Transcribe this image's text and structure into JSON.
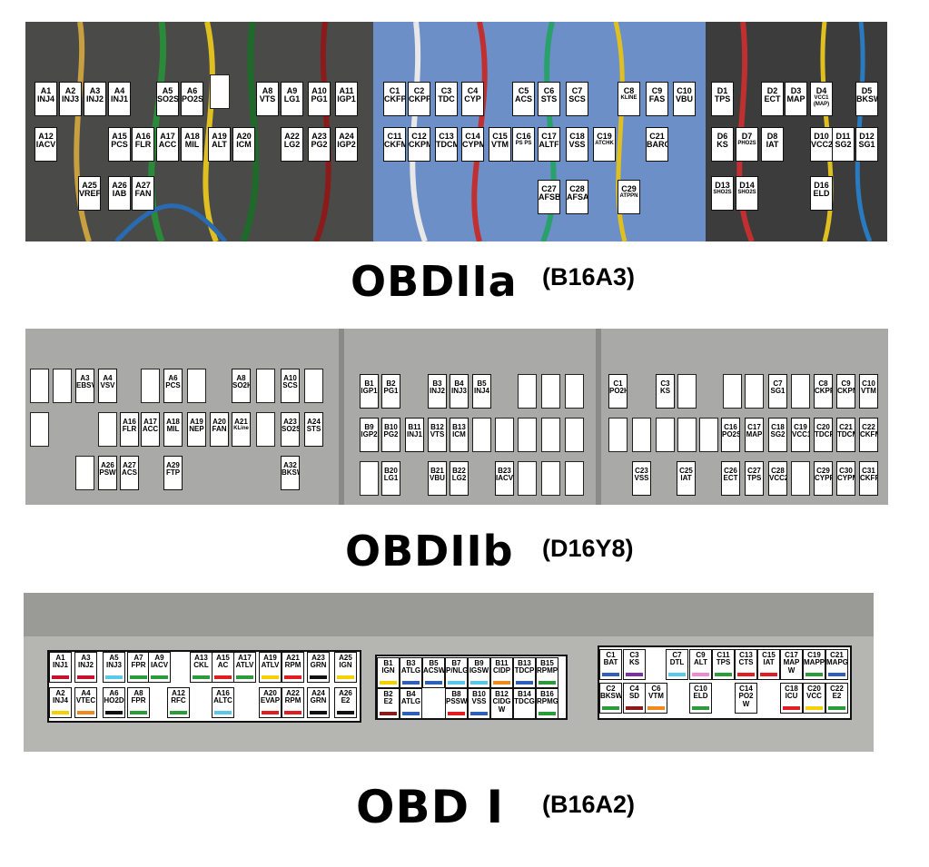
{
  "headings": {
    "obd2a": {
      "main": "OBDIIa",
      "sub": "(B16A3)"
    },
    "obd2b": {
      "main": "OBDIIb",
      "sub": "(D16Y8)"
    },
    "obd1": {
      "main": "OBD I",
      "sub": "(B16A2)"
    }
  },
  "obd2a_pins": [
    {
      "id": "A1",
      "fn": "INJ4"
    },
    {
      "id": "A2",
      "fn": "INJ3"
    },
    {
      "id": "A3",
      "fn": "INJ2"
    },
    {
      "id": "A4",
      "fn": "INJ1"
    },
    {
      "id": "A5",
      "fn": "SO2S"
    },
    {
      "id": "A6",
      "fn": "PO2S"
    },
    {
      "id": "A8",
      "fn": "VTS"
    },
    {
      "id": "A9",
      "fn": "LG1"
    },
    {
      "id": "A10",
      "fn": "PG1"
    },
    {
      "id": "A11",
      "fn": "IGP1"
    },
    {
      "id": "A12",
      "fn": "IACV"
    },
    {
      "id": "A15",
      "fn": "PCS"
    },
    {
      "id": "A16",
      "fn": "FLR"
    },
    {
      "id": "A17",
      "fn": "ACC"
    },
    {
      "id": "A18",
      "fn": "MIL"
    },
    {
      "id": "A19",
      "fn": "ALT"
    },
    {
      "id": "A20",
      "fn": "ICM"
    },
    {
      "id": "A22",
      "fn": "LG2"
    },
    {
      "id": "A23",
      "fn": "PG2"
    },
    {
      "id": "A24",
      "fn": "IGP2"
    },
    {
      "id": "A25",
      "fn": "VREF"
    },
    {
      "id": "A26",
      "fn": "IAB"
    },
    {
      "id": "A27",
      "fn": "FAN"
    },
    {
      "id": "C1",
      "fn": "CKFP"
    },
    {
      "id": "C2",
      "fn": "CKPP"
    },
    {
      "id": "C3",
      "fn": "TDC"
    },
    {
      "id": "C4",
      "fn": "CYP"
    },
    {
      "id": "C5",
      "fn": "ACS"
    },
    {
      "id": "C6",
      "fn": "STS"
    },
    {
      "id": "C7",
      "fn": "SCS"
    },
    {
      "id": "C8",
      "fn": "KLINE"
    },
    {
      "id": "C9",
      "fn": "FAS"
    },
    {
      "id": "C10",
      "fn": "VBU"
    },
    {
      "id": "C11",
      "fn": "CKFM"
    },
    {
      "id": "C12",
      "fn": "CKPM"
    },
    {
      "id": "C13",
      "fn": "TDCM"
    },
    {
      "id": "C14",
      "fn": "CYPM"
    },
    {
      "id": "C15",
      "fn": "VTM"
    },
    {
      "id": "C16",
      "fn": "PS PS"
    },
    {
      "id": "C17",
      "fn": "ALTF"
    },
    {
      "id": "C18",
      "fn": "VSS"
    },
    {
      "id": "C19",
      "fn": "ATCHK"
    },
    {
      "id": "C21",
      "fn": "BARO"
    },
    {
      "id": "C27",
      "fn": "AFSB"
    },
    {
      "id": "C28",
      "fn": "AFSA"
    },
    {
      "id": "C29",
      "fn": "ATPPN"
    },
    {
      "id": "D1",
      "fn": "TPS"
    },
    {
      "id": "D2",
      "fn": "ECT"
    },
    {
      "id": "D3",
      "fn": "MAP"
    },
    {
      "id": "D4",
      "fn": "VCC1 (MAP)"
    },
    {
      "id": "D5",
      "fn": "BKSW"
    },
    {
      "id": "D6",
      "fn": "KS"
    },
    {
      "id": "D7",
      "fn": "PHO2S"
    },
    {
      "id": "D8",
      "fn": "IAT"
    },
    {
      "id": "D10",
      "fn": "VCC2"
    },
    {
      "id": "D11",
      "fn": "SG2"
    },
    {
      "id": "D12",
      "fn": "SG1"
    },
    {
      "id": "D13",
      "fn": "SHO2S"
    },
    {
      "id": "D14",
      "fn": "SHO2S"
    },
    {
      "id": "D16",
      "fn": "ELD"
    }
  ],
  "obd2b_pins": [
    {
      "id": "A3",
      "fn": "EBSV"
    },
    {
      "id": "A4",
      "fn": "VSV"
    },
    {
      "id": "A6",
      "fn": "PCS"
    },
    {
      "id": "A8",
      "fn": "SO2H"
    },
    {
      "id": "A10",
      "fn": "SCS"
    },
    {
      "id": "A16",
      "fn": "FLR"
    },
    {
      "id": "A17",
      "fn": "ACC"
    },
    {
      "id": "A18",
      "fn": "MIL"
    },
    {
      "id": "A19",
      "fn": "NEP"
    },
    {
      "id": "A20",
      "fn": "FAN"
    },
    {
      "id": "A21",
      "fn": "KLine"
    },
    {
      "id": "A23",
      "fn": "SO2S"
    },
    {
      "id": "A24",
      "fn": "STS"
    },
    {
      "id": "A26",
      "fn": "PSW"
    },
    {
      "id": "A27",
      "fn": "ACS"
    },
    {
      "id": "A29",
      "fn": "FTP"
    },
    {
      "id": "A32",
      "fn": "BKSW"
    },
    {
      "id": "B1",
      "fn": "IGP1"
    },
    {
      "id": "B2",
      "fn": "PG1"
    },
    {
      "id": "B3",
      "fn": "INJ2"
    },
    {
      "id": "B4",
      "fn": "INJ3"
    },
    {
      "id": "B5",
      "fn": "INJ4"
    },
    {
      "id": "B9",
      "fn": "IGP2"
    },
    {
      "id": "B10",
      "fn": "PG2"
    },
    {
      "id": "B11",
      "fn": "INJ1"
    },
    {
      "id": "B12",
      "fn": "VTS"
    },
    {
      "id": "B13",
      "fn": "ICM"
    },
    {
      "id": "B20",
      "fn": "LG1"
    },
    {
      "id": "B21",
      "fn": "VBU"
    },
    {
      "id": "B22",
      "fn": "LG2"
    },
    {
      "id": "B23",
      "fn": "IACV"
    },
    {
      "id": "C1",
      "fn": "PO2H"
    },
    {
      "id": "C3",
      "fn": "KS"
    },
    {
      "id": "C7",
      "fn": "SG1"
    },
    {
      "id": "C8",
      "fn": "CKPP"
    },
    {
      "id": "C9",
      "fn": "CKPM"
    },
    {
      "id": "C10",
      "fn": "VTM"
    },
    {
      "id": "C16",
      "fn": "PO2S"
    },
    {
      "id": "C17",
      "fn": "MAP"
    },
    {
      "id": "C18",
      "fn": "SG2"
    },
    {
      "id": "C19",
      "fn": "VCC1"
    },
    {
      "id": "C20",
      "fn": "TDCP"
    },
    {
      "id": "C21",
      "fn": "TDCM"
    },
    {
      "id": "C22",
      "fn": "CKFM"
    },
    {
      "id": "C23",
      "fn": "VSS"
    },
    {
      "id": "C25",
      "fn": "IAT"
    },
    {
      "id": "C26",
      "fn": "ECT"
    },
    {
      "id": "C27",
      "fn": "TPS"
    },
    {
      "id": "C28",
      "fn": "VCC2"
    },
    {
      "id": "C29",
      "fn": "CYPP"
    },
    {
      "id": "C30",
      "fn": "CYPM"
    },
    {
      "id": "C31",
      "fn": "CKFP"
    }
  ],
  "obd1_pins": [
    {
      "id": "A1",
      "fn": "INJ1",
      "color": "#c8102e"
    },
    {
      "id": "A3",
      "fn": "INJ2",
      "color": "#c8102e"
    },
    {
      "id": "A5",
      "fn": "INJ3",
      "color": "#5ac8e8"
    },
    {
      "id": "A7",
      "fn": "FPR",
      "color": "#2a9d3a"
    },
    {
      "id": "A9",
      "fn": "IACV",
      "color": "#2a9d3a"
    },
    {
      "id": "A13",
      "fn": "CKL",
      "color": "#2a9d3a"
    },
    {
      "id": "A15",
      "fn": "AC",
      "color": "#e31b23"
    },
    {
      "id": "A17",
      "fn": "ATLV",
      "color": "#2a9d3a"
    },
    {
      "id": "A19",
      "fn": "ATLV",
      "color": "#f5d000"
    },
    {
      "id": "A21",
      "fn": "RPM",
      "color": "#e31b23"
    },
    {
      "id": "A23",
      "fn": "GRN",
      "color": "#111111"
    },
    {
      "id": "A25",
      "fn": "IGN",
      "color": "#f5d000"
    },
    {
      "id": "A2",
      "fn": "INJ4",
      "color": "#f5d000"
    },
    {
      "id": "A4",
      "fn": "VTEC",
      "color": "#f08a1c"
    },
    {
      "id": "A6",
      "fn": "HO2D",
      "color": "#111111"
    },
    {
      "id": "A8",
      "fn": "FPR",
      "color": "#2a9d3a"
    },
    {
      "id": "A12",
      "fn": "RFC",
      "color": "#2a9d3a"
    },
    {
      "id": "A16",
      "fn": "ALTC",
      "color": "#5ac8e8"
    },
    {
      "id": "A20",
      "fn": "EVAP",
      "color": "#e31b23"
    },
    {
      "id": "A22",
      "fn": "RPM",
      "color": "#e31b23"
    },
    {
      "id": "A24",
      "fn": "GRN",
      "color": "#111111"
    },
    {
      "id": "A26",
      "fn": "E2",
      "color": "#111111"
    },
    {
      "id": "B1",
      "fn": "IGN",
      "color": "#f5d000"
    },
    {
      "id": "B3",
      "fn": "ATLG",
      "color": "#2f5fb8"
    },
    {
      "id": "B5",
      "fn": "ACSW",
      "color": "#2f5fb8"
    },
    {
      "id": "B7",
      "fn": "P/NLG",
      "color": "#5ac8e8"
    },
    {
      "id": "B9",
      "fn": "IGSW",
      "color": "#5ac8e8"
    },
    {
      "id": "B11",
      "fn": "CIDP",
      "color": "#f08a1c"
    },
    {
      "id": "B13",
      "fn": "TDCP",
      "color": "#2f5fb8"
    },
    {
      "id": "B15",
      "fn": "RPMP",
      "color": "#2a9d3a"
    },
    {
      "id": "B2",
      "fn": "E2",
      "color": "#8b1a1a"
    },
    {
      "id": "B4",
      "fn": "ATLG",
      "color": "#2f5fb8"
    },
    {
      "id": "B8",
      "fn": "PSSW",
      "color": "#e31b23"
    },
    {
      "id": "B10",
      "fn": "VSS",
      "color": "#2f5fb8"
    },
    {
      "id": "B12",
      "fn": "CIDG W",
      "color": "#ffffff"
    },
    {
      "id": "B14",
      "fn": "TDCG",
      "color": "#ffffff"
    },
    {
      "id": "B16",
      "fn": "RPMG",
      "color": "#2a9d3a"
    },
    {
      "id": "C1",
      "fn": "BAT",
      "color": "#2f5fb8"
    },
    {
      "id": "C3",
      "fn": "KS",
      "color": "#7b2fa8"
    },
    {
      "id": "C7",
      "fn": "DTL",
      "color": "#5ac8e8"
    },
    {
      "id": "C9",
      "fn": "ALT",
      "color": "#f08ad0"
    },
    {
      "id": "C11",
      "fn": "TPS",
      "color": "#2a9d3a"
    },
    {
      "id": "C13",
      "fn": "CTS",
      "color": "#e31b23"
    },
    {
      "id": "C15",
      "fn": "IAT",
      "color": "#e31b23"
    },
    {
      "id": "C17",
      "fn": "MAP W",
      "color": "#ffffff"
    },
    {
      "id": "C19",
      "fn": "MAPP",
      "color": "#2a9d3a"
    },
    {
      "id": "C21",
      "fn": "MAPG",
      "color": "#2f5fb8"
    },
    {
      "id": "C2",
      "fn": "BKSW",
      "color": "#2a9d3a"
    },
    {
      "id": "C4",
      "fn": "SD",
      "color": "#8b1a1a"
    },
    {
      "id": "C6",
      "fn": "VTM",
      "color": "#f08a1c"
    },
    {
      "id": "C10",
      "fn": "ELD",
      "color": "#2a9d3a"
    },
    {
      "id": "C14",
      "fn": "PO2 W",
      "color": "#ffffff"
    },
    {
      "id": "C18",
      "fn": "ICU",
      "color": "#e31b23"
    },
    {
      "id": "C20",
      "fn": "VCC",
      "color": "#f5d000"
    },
    {
      "id": "C22",
      "fn": "E2",
      "color": "#2a9d3a"
    }
  ]
}
